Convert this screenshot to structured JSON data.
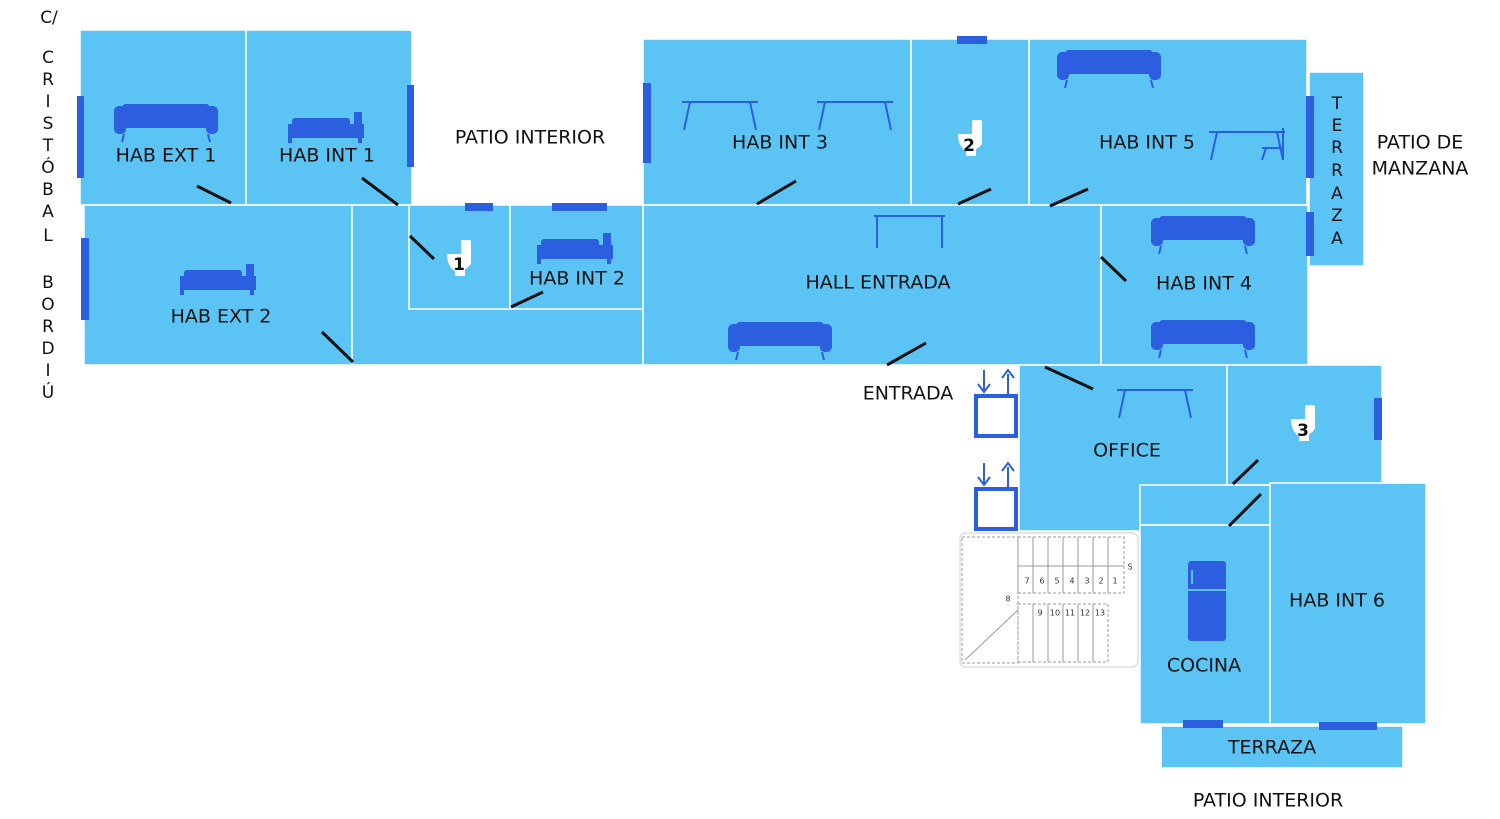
{
  "colors": {
    "room": "#5bc4f5",
    "accent": "#2b5fe0",
    "door": "#111111",
    "background": "#ffffff"
  },
  "street": {
    "prefix": "C/",
    "letters": [
      "C",
      "R",
      "I",
      "S",
      "T",
      "Ó",
      "B",
      "A",
      "L",
      "",
      "B",
      "O",
      "R",
      "D",
      "I",
      "Ú"
    ]
  },
  "terraza_vertical_letters": [
    "T",
    "E",
    "R",
    "R",
    "A",
    "Z",
    "A"
  ],
  "outside": {
    "patio_interior_top": "PATIO INTERIOR",
    "patio_manzana_1": "PATIO DE",
    "patio_manzana_2": "MANZANA",
    "entrada": "ENTRADA",
    "patio_interior_bottom": "PATIO INTERIOR"
  },
  "rooms": {
    "hab_ext_1": "HAB EXT 1",
    "hab_int_1": "HAB INT 1",
    "hab_int_3": "HAB INT 3",
    "hab_int_5": "HAB INT 5",
    "hab_ext_2": "HAB EXT 2",
    "hab_int_2": "HAB INT 2",
    "hall_entrada": "HALL ENTRADA",
    "hab_int_4": "HAB INT 4",
    "office": "OFFICE",
    "hab_int_6": "HAB INT 6",
    "cocina": "COCINA",
    "terraza": "TERRAZA"
  },
  "bathrooms": [
    "1",
    "2",
    "3"
  ],
  "icons": [
    "sofa-icon",
    "bed-icon",
    "desk-icon",
    "toilet-icon",
    "chair-icon",
    "fridge-icon",
    "elevator-icon",
    "stairs-icon"
  ],
  "stairs": {
    "upper_steps": [
      "7",
      "6",
      "5",
      "4",
      "3",
      "2",
      "1"
    ],
    "landing": "8",
    "lower_steps": [
      "9",
      "10",
      "11",
      "12",
      "13"
    ],
    "start": "S"
  }
}
